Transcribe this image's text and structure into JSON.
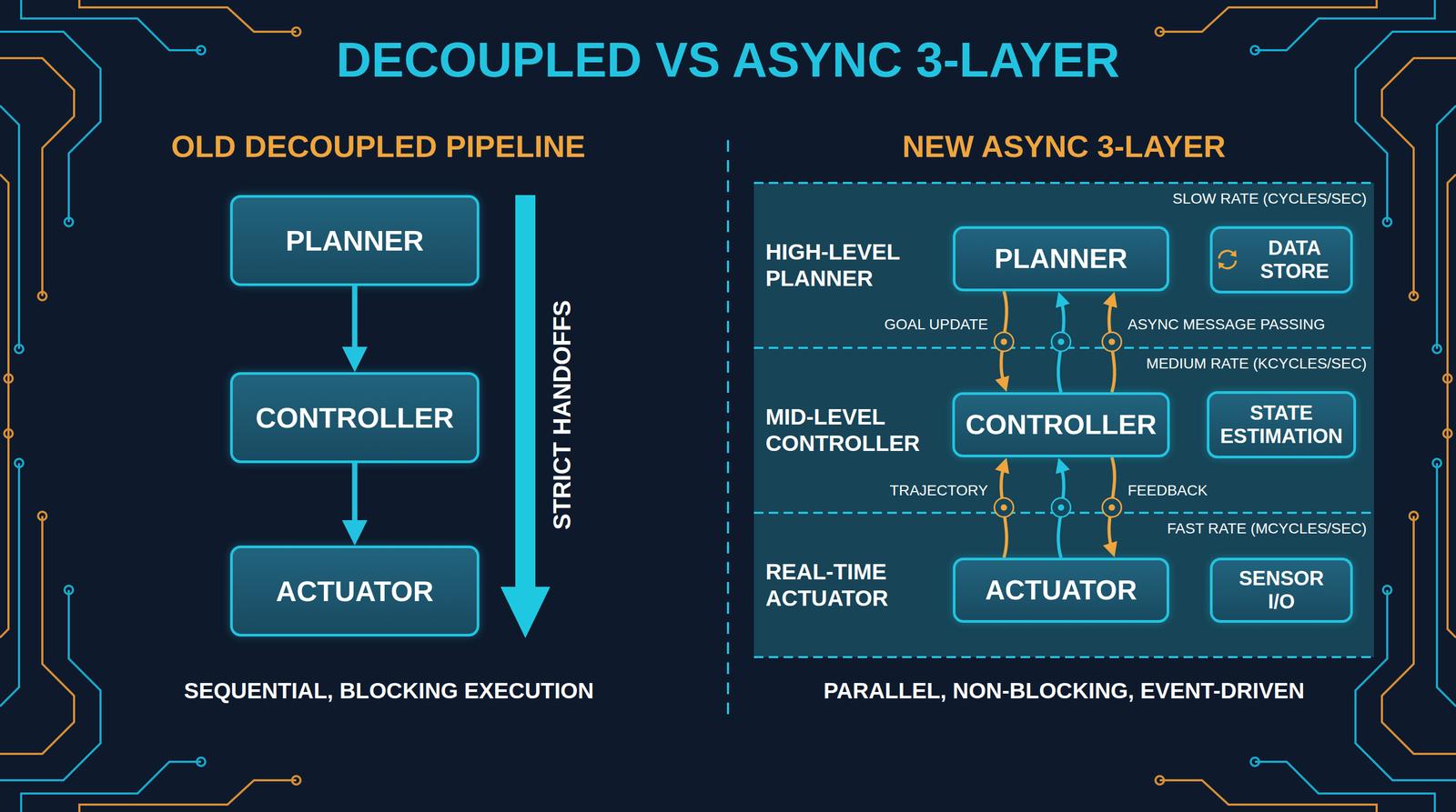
{
  "diagram": {
    "title": "DECOUPLED VS ASYNC 3-LAYER",
    "nodes": [
      {
        "text": [
          "PLANNER"
        ]
      },
      {
        "text": [
          "CONTROLLER"
        ]
      },
      {
        "text": [
          "ACTUATOR"
        ]
      },
      {
        "text": [
          "HIGH-LEVEL PLANNER",
          "SLOW RATE (CYCLES/SEC)"
        ]
      },
      {
        "text": [
          "PLANNER"
        ],
        "in": 3
      },
      {
        "text": [
          "DATA STORE"
        ],
        "in": 3
      },
      {
        "text": [
          "MID-LEVEL CONTROLLER",
          "MEDIUM RATE (KCYCLES/SEC)"
        ]
      },
      {
        "text": [
          "CONTROLLER"
        ],
        "in": 6
      },
      {
        "text": [
          "STATE ESTIMATION"
        ],
        "in": 6
      },
      {
        "text": [
          "REAL-TIME ACTUATOR",
          "FAST RATE (MCYCLES/SEC)"
        ]
      },
      {
        "text": [
          "ACTUATOR"
        ],
        "in": 9
      },
      {
        "text": [
          "SENSOR I/O"
        ],
        "in": 9
      }
    ],
    "edges": [
      {
        "from": 0,
        "to": 1,
        "arrow": "to"
      },
      {
        "from": 1,
        "to": 2,
        "arrow": "to"
      },
      {
        "from": 4,
        "to": 7,
        "label": "GOAL UPDATE",
        "arrow": "to"
      },
      {
        "from": 7,
        "to": 4,
        "arrow": "to"
      },
      {
        "from": 7,
        "to": 4,
        "label": "ASYNC MESSAGE PASSING",
        "arrow": "to"
      },
      {
        "from": 10,
        "to": 7,
        "label": "TRAJECTORY",
        "arrow": "to"
      },
      {
        "from": 10,
        "to": 7,
        "arrow": "to"
      },
      {
        "from": 7,
        "to": 10,
        "label": "FEEDBACK",
        "arrow": "to"
      }
    ],
    "labels": [
      "OLD DECOUPLED PIPELINE",
      "NEW ASYNC 3-LAYER",
      "STRICT HANDOFFS",
      "SEQUENTIAL, BLOCKING EXECUTION",
      "PARALLEL, NON-BLOCKING, EVENT-DRIVEN"
    ]
  }
}
